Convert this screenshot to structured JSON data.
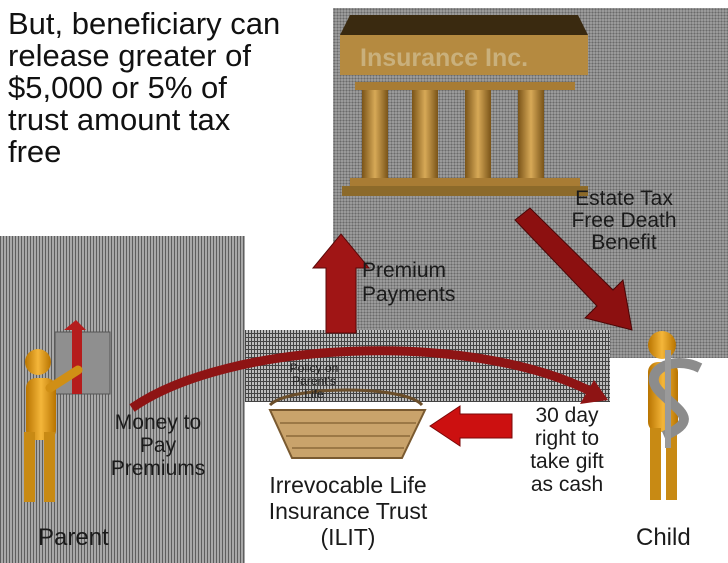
{
  "heading": [
    "But, beneficiary can",
    "release greater of",
    "$5,000 or 5% of",
    "trust amount tax",
    "free"
  ],
  "insurer": {
    "name": "Insurance Inc."
  },
  "estate_tax_benefit": [
    "Estate Tax",
    "Free Death",
    "Benefit"
  ],
  "premium_payments": [
    "Premium",
    "Payments"
  ],
  "policy_note": [
    "Policy on",
    "Parent's",
    "Life"
  ],
  "money_to_pay": [
    "Money to",
    "Pay",
    "Premiums"
  ],
  "ilit": [
    "Irrevocable Life",
    "Insurance Trust",
    "(ILIT)"
  ],
  "gift_right": [
    "30 day",
    "right to",
    "take gift",
    "as cash"
  ],
  "parent_label": "Parent",
  "child_label": "Child",
  "colors": {
    "arrow_red": "#9a1414",
    "gold": "#e6a21c",
    "pillar": "#c99a45"
  }
}
